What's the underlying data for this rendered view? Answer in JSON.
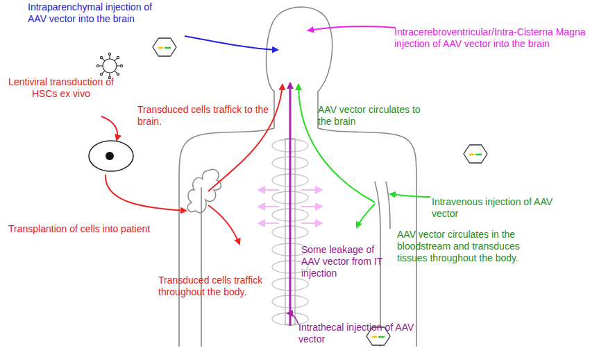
{
  "diagram": {
    "labels": [
      "Intraparenchymal injection of AAV vector into the brain",
      "Intracerebroventricular/Intra-Cisterna Magna injection of AAV vector into the brain",
      "Lentiviral transduction of HSCs ex vivo",
      "Transduced cells traffick to the brain.",
      "AAV vector circulates to the brain",
      "Intravenous injection of AAV vector",
      "Transplantion of cells into patient",
      "Some leakage of AAV vector from IT injection",
      "AAV vector circulates in the bloodstream and transduces tissues throughout the body.",
      "Transduced cells traffick throughout the body.",
      "Intrathecal injection of AAV vector"
    ]
  }
}
